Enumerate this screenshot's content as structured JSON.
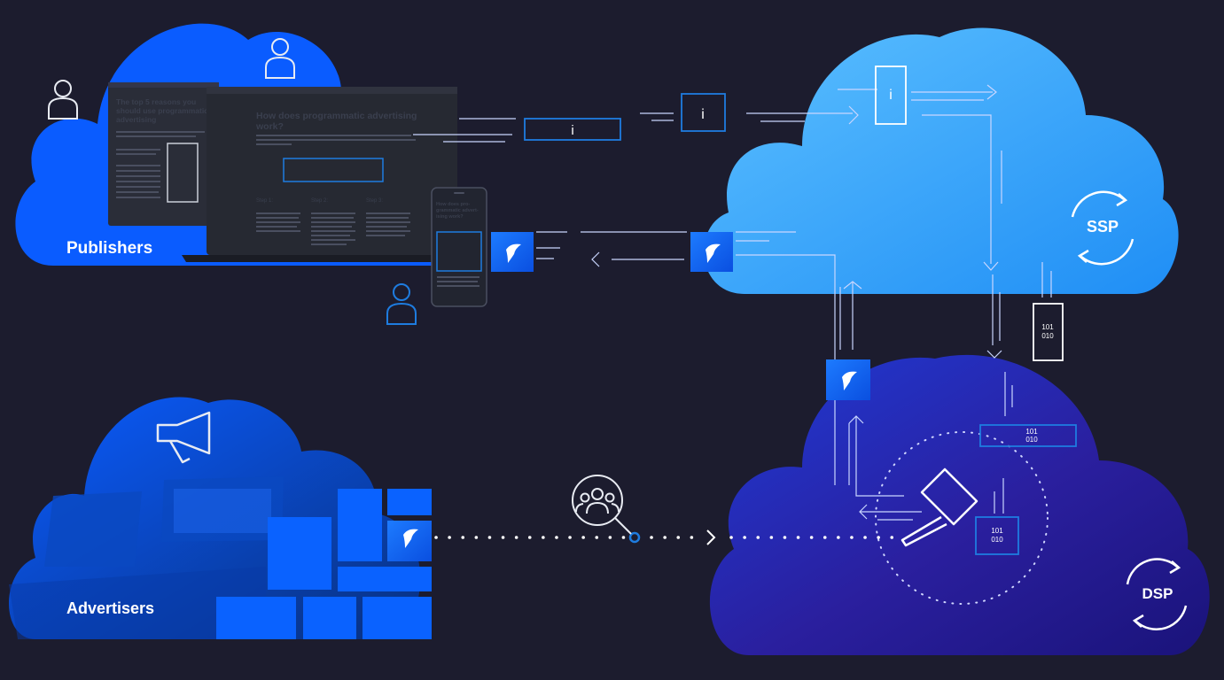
{
  "publishers": {
    "label": "Publishers"
  },
  "advertisers": {
    "label": "Advertisers"
  },
  "ssp": {
    "label": "SSP"
  },
  "dsp": {
    "label": "DSP"
  },
  "info_glyph": "i",
  "binary_glyph": {
    "line1": "101",
    "line2": "010"
  },
  "article_left": {
    "title_line1": "The top 5 reasons you",
    "title_line2": "should use programmatic",
    "title_line3": "advertising"
  },
  "article_main": {
    "title_line1": "How does programmatic advertising",
    "title_line2": "work?",
    "step1": "Step 1:",
    "step2": "Step 2:",
    "step3": "Step 3:"
  },
  "phone_article": {
    "title_line1": "How does pro-",
    "title_line2": "grammatic advert-",
    "title_line3": "ising work?"
  },
  "colors": {
    "background": "#1c1c2e",
    "publisher_cloud": "#0a5cff",
    "ssp_cloud": "#33a6ff",
    "dsp_cloud": "#2a2ab8",
    "advertiser_cloud": "#0a55f0",
    "tile": "#0a62ff"
  }
}
